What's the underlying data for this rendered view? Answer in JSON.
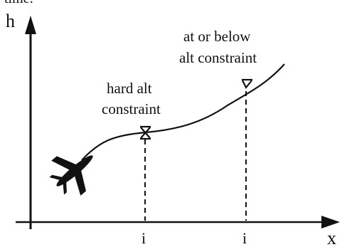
{
  "axes": {
    "vertical_label": "h",
    "horizontal_label": "x",
    "top_cropped_text": "time:"
  },
  "constraints": [
    {
      "kind": "hard",
      "label_lines": [
        "hard alt",
        "constraint"
      ],
      "symbol": "hourglass-x-marker",
      "tick_label": "i"
    },
    {
      "kind": "at-or-below",
      "label_lines": [
        "at or below",
        "alt constraint"
      ],
      "symbol": "downward-triangle-marker",
      "tick_label": "i"
    }
  ],
  "aircraft": {
    "icon": "airplane-icon"
  },
  "colors": {
    "ink": "#111111",
    "background": "#ffffff"
  }
}
